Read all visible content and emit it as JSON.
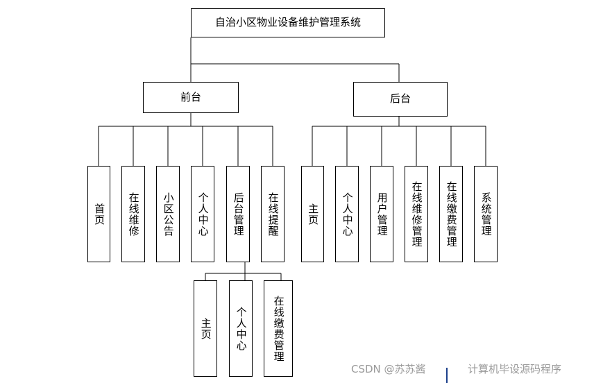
{
  "diagram": {
    "type": "org-chart",
    "root": {
      "label": "自治小区物业设备维护管理系统"
    },
    "branches": [
      {
        "label": "前台",
        "children": [
          {
            "label": "首页"
          },
          {
            "label": "在线维修"
          },
          {
            "label": "小区公告"
          },
          {
            "label": "个人中心"
          },
          {
            "label": "后台管理",
            "children": [
              {
                "label": "主页"
              },
              {
                "label": "个人中心"
              },
              {
                "label": "在线缴费管理"
              }
            ]
          },
          {
            "label": "在线提醒"
          }
        ]
      },
      {
        "label": "后台",
        "children": [
          {
            "label": "主页"
          },
          {
            "label": "个人中心"
          },
          {
            "label": "用户管理"
          },
          {
            "label": "在线维修管理"
          },
          {
            "label": "在线缴费管理"
          },
          {
            "label": "系统管理"
          }
        ]
      }
    ]
  },
  "watermark": {
    "left": "CSDN @苏苏酱",
    "right": "计算机毕设源码程序"
  }
}
